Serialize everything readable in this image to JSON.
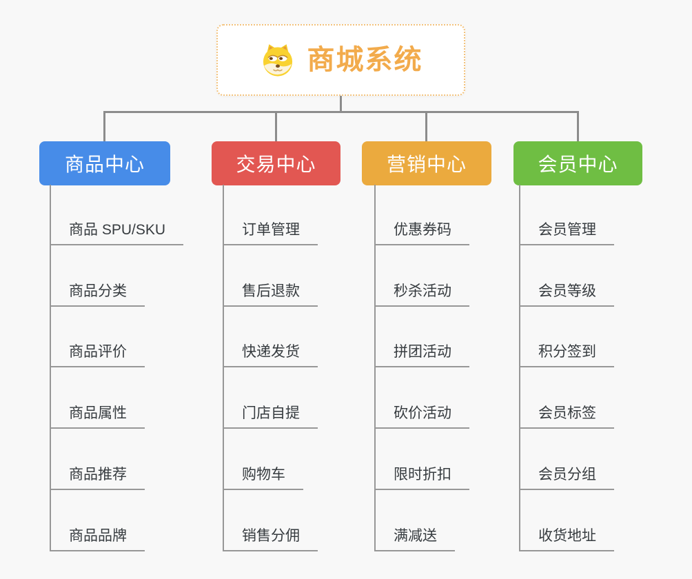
{
  "root": {
    "title": "商城系统",
    "icon": "dog-face-icon",
    "text_color": "#F2AB4C",
    "border_color": "#F3C27C"
  },
  "theme": {
    "canvas_bg": "#F8F8F8",
    "connector_color": "#8C8C8C",
    "leaf_line_color": "#979797",
    "leaf_text_color": "#363B3F"
  },
  "branches": [
    {
      "label": "商品中心",
      "color": "#478CE8",
      "children": [
        "商品 SPU/SKU",
        "商品分类",
        "商品评价",
        "商品属性",
        "商品推荐",
        "商品品牌"
      ]
    },
    {
      "label": "交易中心",
      "color": "#E25752",
      "children": [
        "订单管理",
        "售后退款",
        "快递发货",
        "门店自提",
        "购物车",
        "销售分佣"
      ]
    },
    {
      "label": "营销中心",
      "color": "#EBAA3E",
      "children": [
        "优惠券码",
        "秒杀活动",
        "拼团活动",
        "砍价活动",
        "限时折扣",
        "满减送"
      ]
    },
    {
      "label": "会员中心",
      "color": "#6FBE43",
      "children": [
        "会员管理",
        "会员等级",
        "积分签到",
        "会员标签",
        "会员分组",
        "收货地址"
      ]
    }
  ]
}
